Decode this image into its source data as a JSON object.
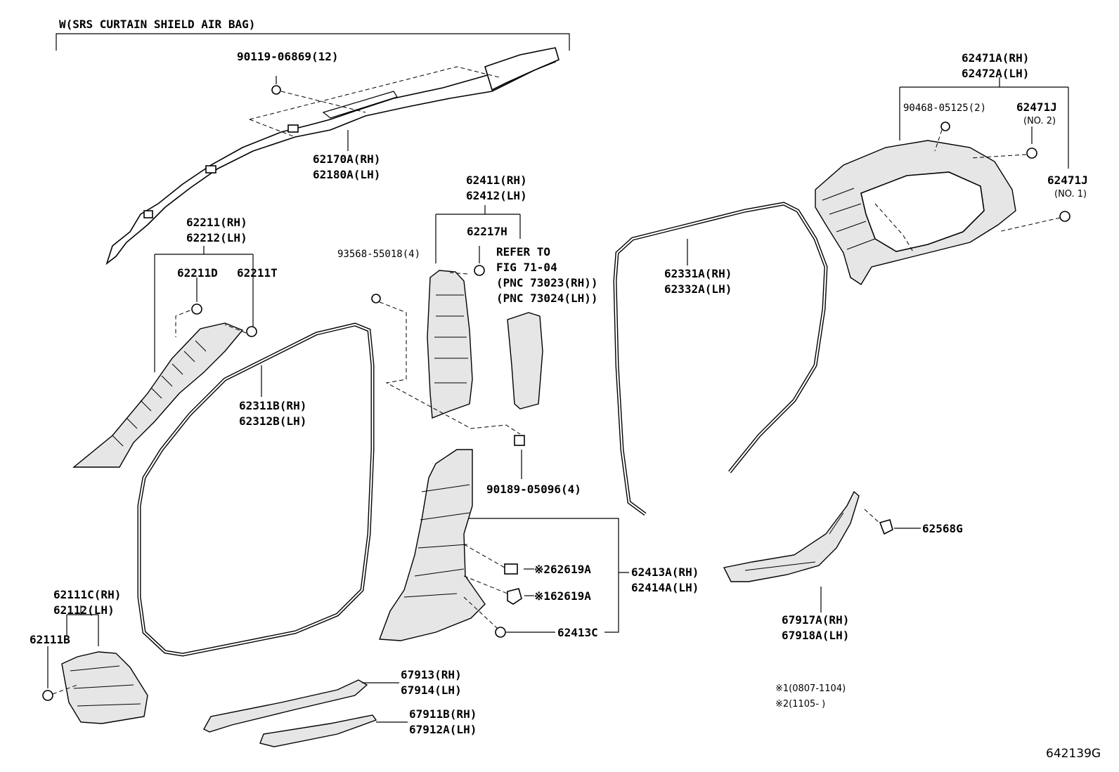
{
  "labels": {
    "srs_note": "W(SRS CURTAIN SHIELD AIR BAG)",
    "p_90119": "90119-06869(12)",
    "p_62170": "62170A(RH)",
    "p_62180": "62180A(LH)",
    "p_62211": "62211(RH)",
    "p_62212": "62212(LH)",
    "p_62211d": "62211D",
    "p_62211t": "62211T",
    "p_62411": "62411(RH)",
    "p_62412": "62412(LH)",
    "p_62217h": "62217H",
    "p_93568": "93568-55018(4)",
    "refer_1": "REFER TO",
    "refer_2": "FIG 71-04",
    "refer_3": "(PNC 73023(RH))",
    "refer_4": "(PNC 73024(LH))",
    "p_62311": "62311B(RH)",
    "p_62312": "62312B(LH)",
    "p_90189": "90189-05096(4)",
    "p_62331": "62331A(RH)",
    "p_62332": "62332A(LH)",
    "p_62471a": "62471A(RH)",
    "p_62472a": "62472A(LH)",
    "p_90468": "90468-05125(2)",
    "p_62471j_2": "62471J",
    "p_no2": "(NO. 2)",
    "p_62471j_1": "62471J",
    "p_no1": "(NO. 1)",
    "p_62568g": "62568G",
    "p_62619a_2": "※262619A",
    "p_62619a_1": "※162619A",
    "p_62413a": "62413A(RH)",
    "p_62414a": "62414A(LH)",
    "p_62413c": "62413C",
    "p_62111c": "62111C(RH)",
    "p_62112": "62112(LH)",
    "p_62111b": "62111B",
    "p_67917a": "67917A(RH)",
    "p_67918a": "67918A(LH)",
    "p_67913": "67913(RH)",
    "p_67914": "67914(LH)",
    "p_67911b": "67911B(RH)",
    "p_67912a": "67912A(LH)",
    "note_1": "※1(0807-1104)",
    "note_2": "※2(1105-      )",
    "fig_code": "642139G"
  }
}
